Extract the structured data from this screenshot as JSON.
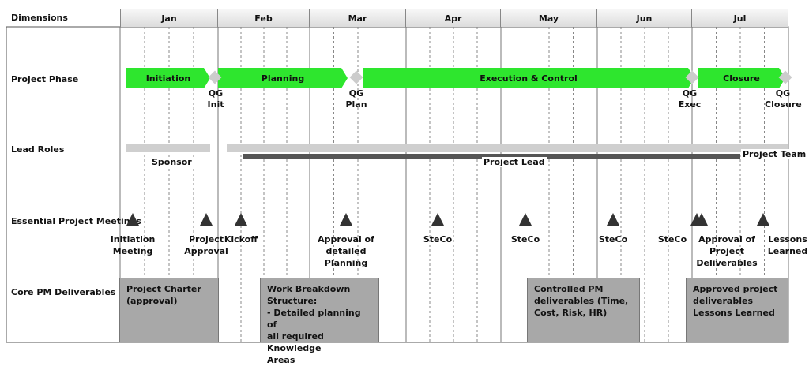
{
  "header": {
    "dimensions_label": "Dimensions"
  },
  "months": [
    "Jan",
    "Feb",
    "Mar",
    "Apr",
    "May",
    "Jun",
    "Jul"
  ],
  "rows": {
    "phase": "Project Phase",
    "roles": "Lead Roles",
    "meetings": "Essential Project Meetings",
    "deliverables": "Core PM Deliverables"
  },
  "phases": [
    {
      "label": "Initiation"
    },
    {
      "label": "Planning"
    },
    {
      "label": "Execution & Control"
    },
    {
      "label": "Closure"
    }
  ],
  "gates": [
    {
      "label": "QG\nInit"
    },
    {
      "label": "QG\nPlan"
    },
    {
      "label": "QG\nExec"
    },
    {
      "label": "QG\nClosure"
    }
  ],
  "roles": {
    "sponsor": "Sponsor",
    "project_lead": "Project Lead",
    "project_team": "Project Team"
  },
  "meetings": [
    {
      "label": "Initiation\nMeeting"
    },
    {
      "label": "Project\nApproval"
    },
    {
      "label": "Kickoff"
    },
    {
      "label": "Approval of\ndetailed\nPlanning"
    },
    {
      "label": "SteCo"
    },
    {
      "label": "SteCo"
    },
    {
      "label": "SteCo"
    },
    {
      "label": "SteCo"
    },
    {
      "label": "Approval of\nProject Deliverables"
    },
    {
      "label": "Lessons\nLearned"
    }
  ],
  "deliverables": [
    {
      "text": "Project Charter\n(approval)"
    },
    {
      "text": "Work Breakdown\nStructure:\n- Detailed planning of\nall required Knowledge\nAreas"
    },
    {
      "text": "Controlled PM\ndeliverables (Time,\nCost, Risk, HR)"
    },
    {
      "text": "Approved project\ndeliverables\nLessons Learned"
    }
  ]
}
